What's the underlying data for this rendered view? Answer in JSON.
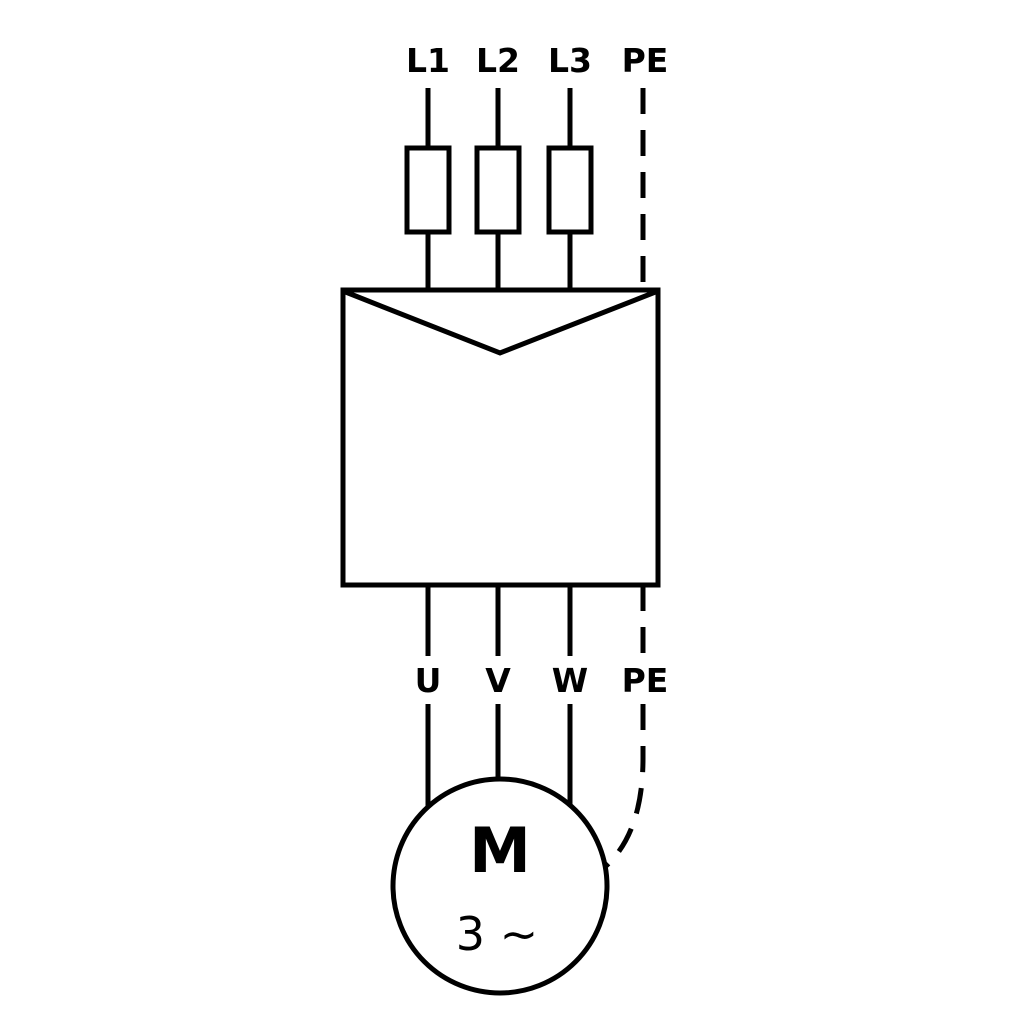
{
  "diagram": {
    "type": "three-phase-motor-wiring",
    "top_terminals": [
      "L1",
      "L2",
      "L3",
      "PE"
    ],
    "bottom_terminals": [
      "U",
      "V",
      "W",
      "PE"
    ],
    "motor": {
      "designation": "M",
      "phase": "3 ∼"
    },
    "colors": {
      "stroke": "#000000",
      "background": "#ffffff"
    }
  }
}
